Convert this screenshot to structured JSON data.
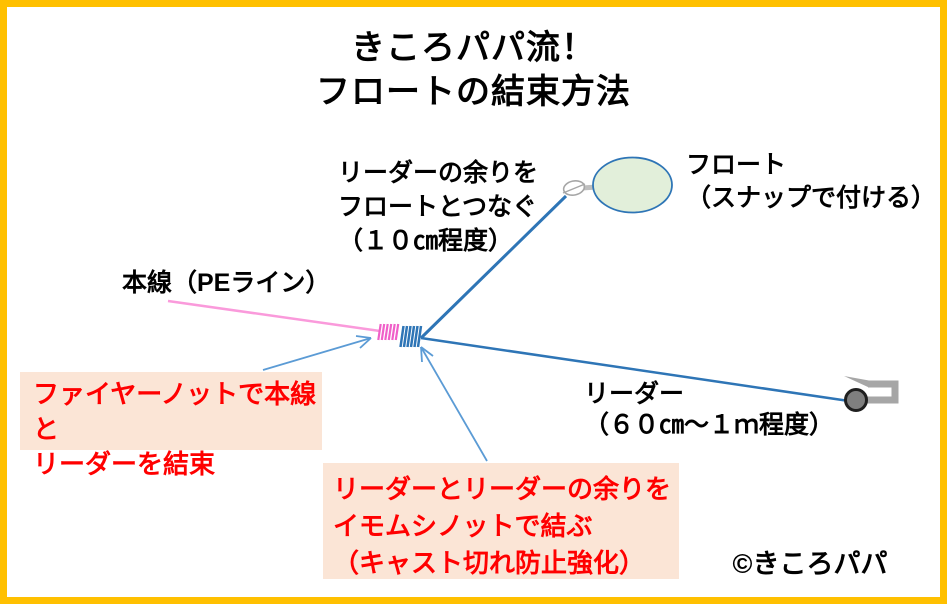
{
  "frame": {
    "border_color": "#FFC000",
    "background": "#FFFFFF"
  },
  "title": {
    "line1": "きころパパ流！",
    "line2": "フロートの結束方法"
  },
  "labels": {
    "leader_surplus_line1": "リーダーの余りを",
    "leader_surplus_line2": "フロートとつなぐ",
    "leader_surplus_line3": "（１０㎝程度）",
    "float_line1": "フロート",
    "float_line2": "（スナップで付ける）",
    "main_line": "本線（PEライン）",
    "leader_line1": "リーダー",
    "leader_line2": "（６０㎝～１ｍ程度）"
  },
  "callouts": {
    "fire_knot_line1": "ファイヤーノットで本線と",
    "fire_knot_line2": "リーダーを結束",
    "imomushi_line1": "リーダーとリーダーの余りを",
    "imomushi_line2": "イモムシノットで結ぶ",
    "imomushi_line3": "（キャスト切れ防止強化）",
    "bg": "#FBE5D6",
    "text_color": "#FF0000"
  },
  "credit": "©きころパパ",
  "diagram": {
    "colors": {
      "pe_line": "#FA9ADB",
      "fire_knot": "#F05FC8",
      "leader": "#2E75B6",
      "arrow": "#5B9BD5",
      "float_fill": "#E2EFDA",
      "float_stroke": "#2E75B6",
      "snap_fill": "#FFFFFF",
      "snap_stroke": "#A6A6A6",
      "connector": "#BFBFBF",
      "hook": "#A6A6A6",
      "jig_head_fill": "#7F7F7F",
      "jig_head_stroke": "#1F1F1F"
    }
  }
}
